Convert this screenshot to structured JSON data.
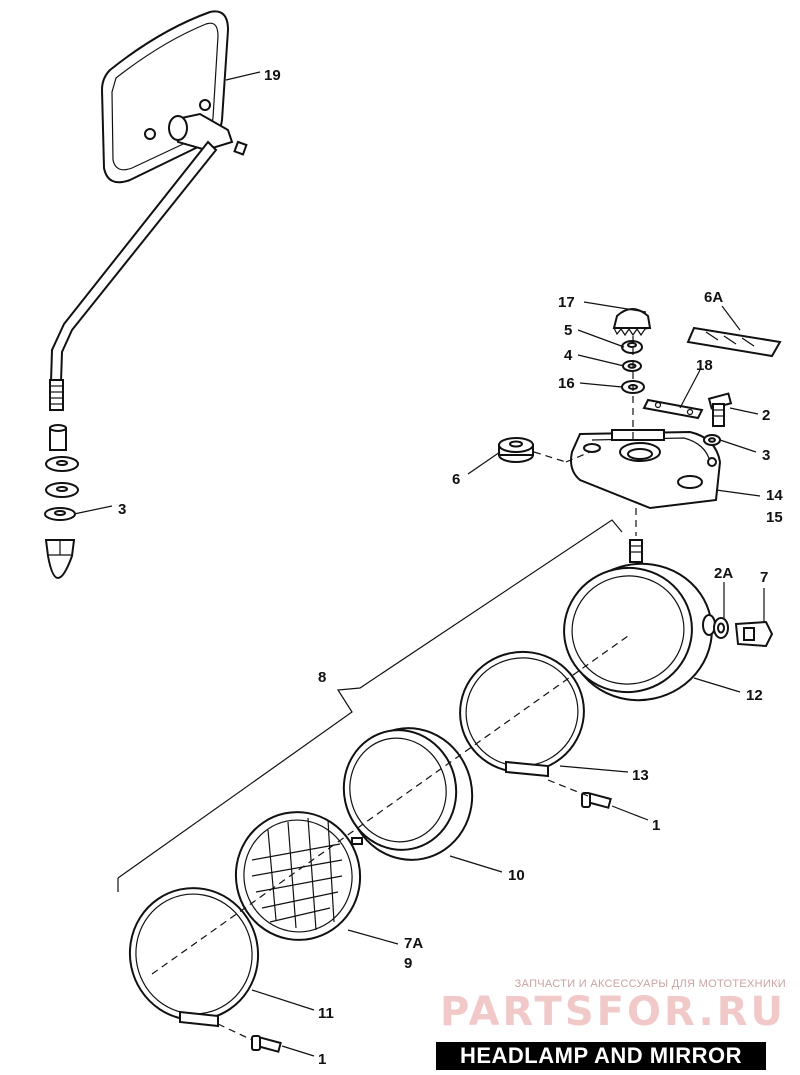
{
  "title": "HEADLAMP AND MIRROR",
  "watermark": {
    "caption": "ЗАПЧАСТИ И АКСЕССУАРЫ ДЛЯ МОТОТЕХНИКИ",
    "brand": "PARTSFOR.RU"
  },
  "parts": [
    {
      "ref": "1",
      "name": ""
    },
    {
      "ref": "2",
      "name": ""
    },
    {
      "ref": "2A",
      "name": ""
    },
    {
      "ref": "3",
      "name": ""
    },
    {
      "ref": "4",
      "name": ""
    },
    {
      "ref": "5",
      "name": ""
    },
    {
      "ref": "6",
      "name": ""
    },
    {
      "ref": "6A",
      "name": ""
    },
    {
      "ref": "7",
      "name": ""
    },
    {
      "ref": "7A",
      "name": ""
    },
    {
      "ref": "8",
      "name": ""
    },
    {
      "ref": "9",
      "name": ""
    },
    {
      "ref": "10",
      "name": ""
    },
    {
      "ref": "11",
      "name": ""
    },
    {
      "ref": "12",
      "name": ""
    },
    {
      "ref": "13",
      "name": ""
    },
    {
      "ref": "14",
      "name": ""
    },
    {
      "ref": "15",
      "name": ""
    },
    {
      "ref": "16",
      "name": ""
    },
    {
      "ref": "17",
      "name": ""
    },
    {
      "ref": "18",
      "name": ""
    },
    {
      "ref": "19",
      "name": ""
    }
  ],
  "callouts": {
    "c19": "19",
    "c17": "17",
    "c6A": "6A",
    "c5": "5",
    "c4": "4",
    "c18": "18",
    "c16": "16",
    "c2": "2",
    "c3_upper": "3",
    "c6": "6",
    "c3_left": "3",
    "c14": "14",
    "c15": "15",
    "c2A": "2A",
    "c7": "7",
    "c8": "8",
    "c12": "12",
    "c13": "13",
    "c1_mid": "1",
    "c10": "10",
    "c7A": "7A",
    "c9": "9",
    "c11": "11",
    "c1_bottom": "1"
  }
}
